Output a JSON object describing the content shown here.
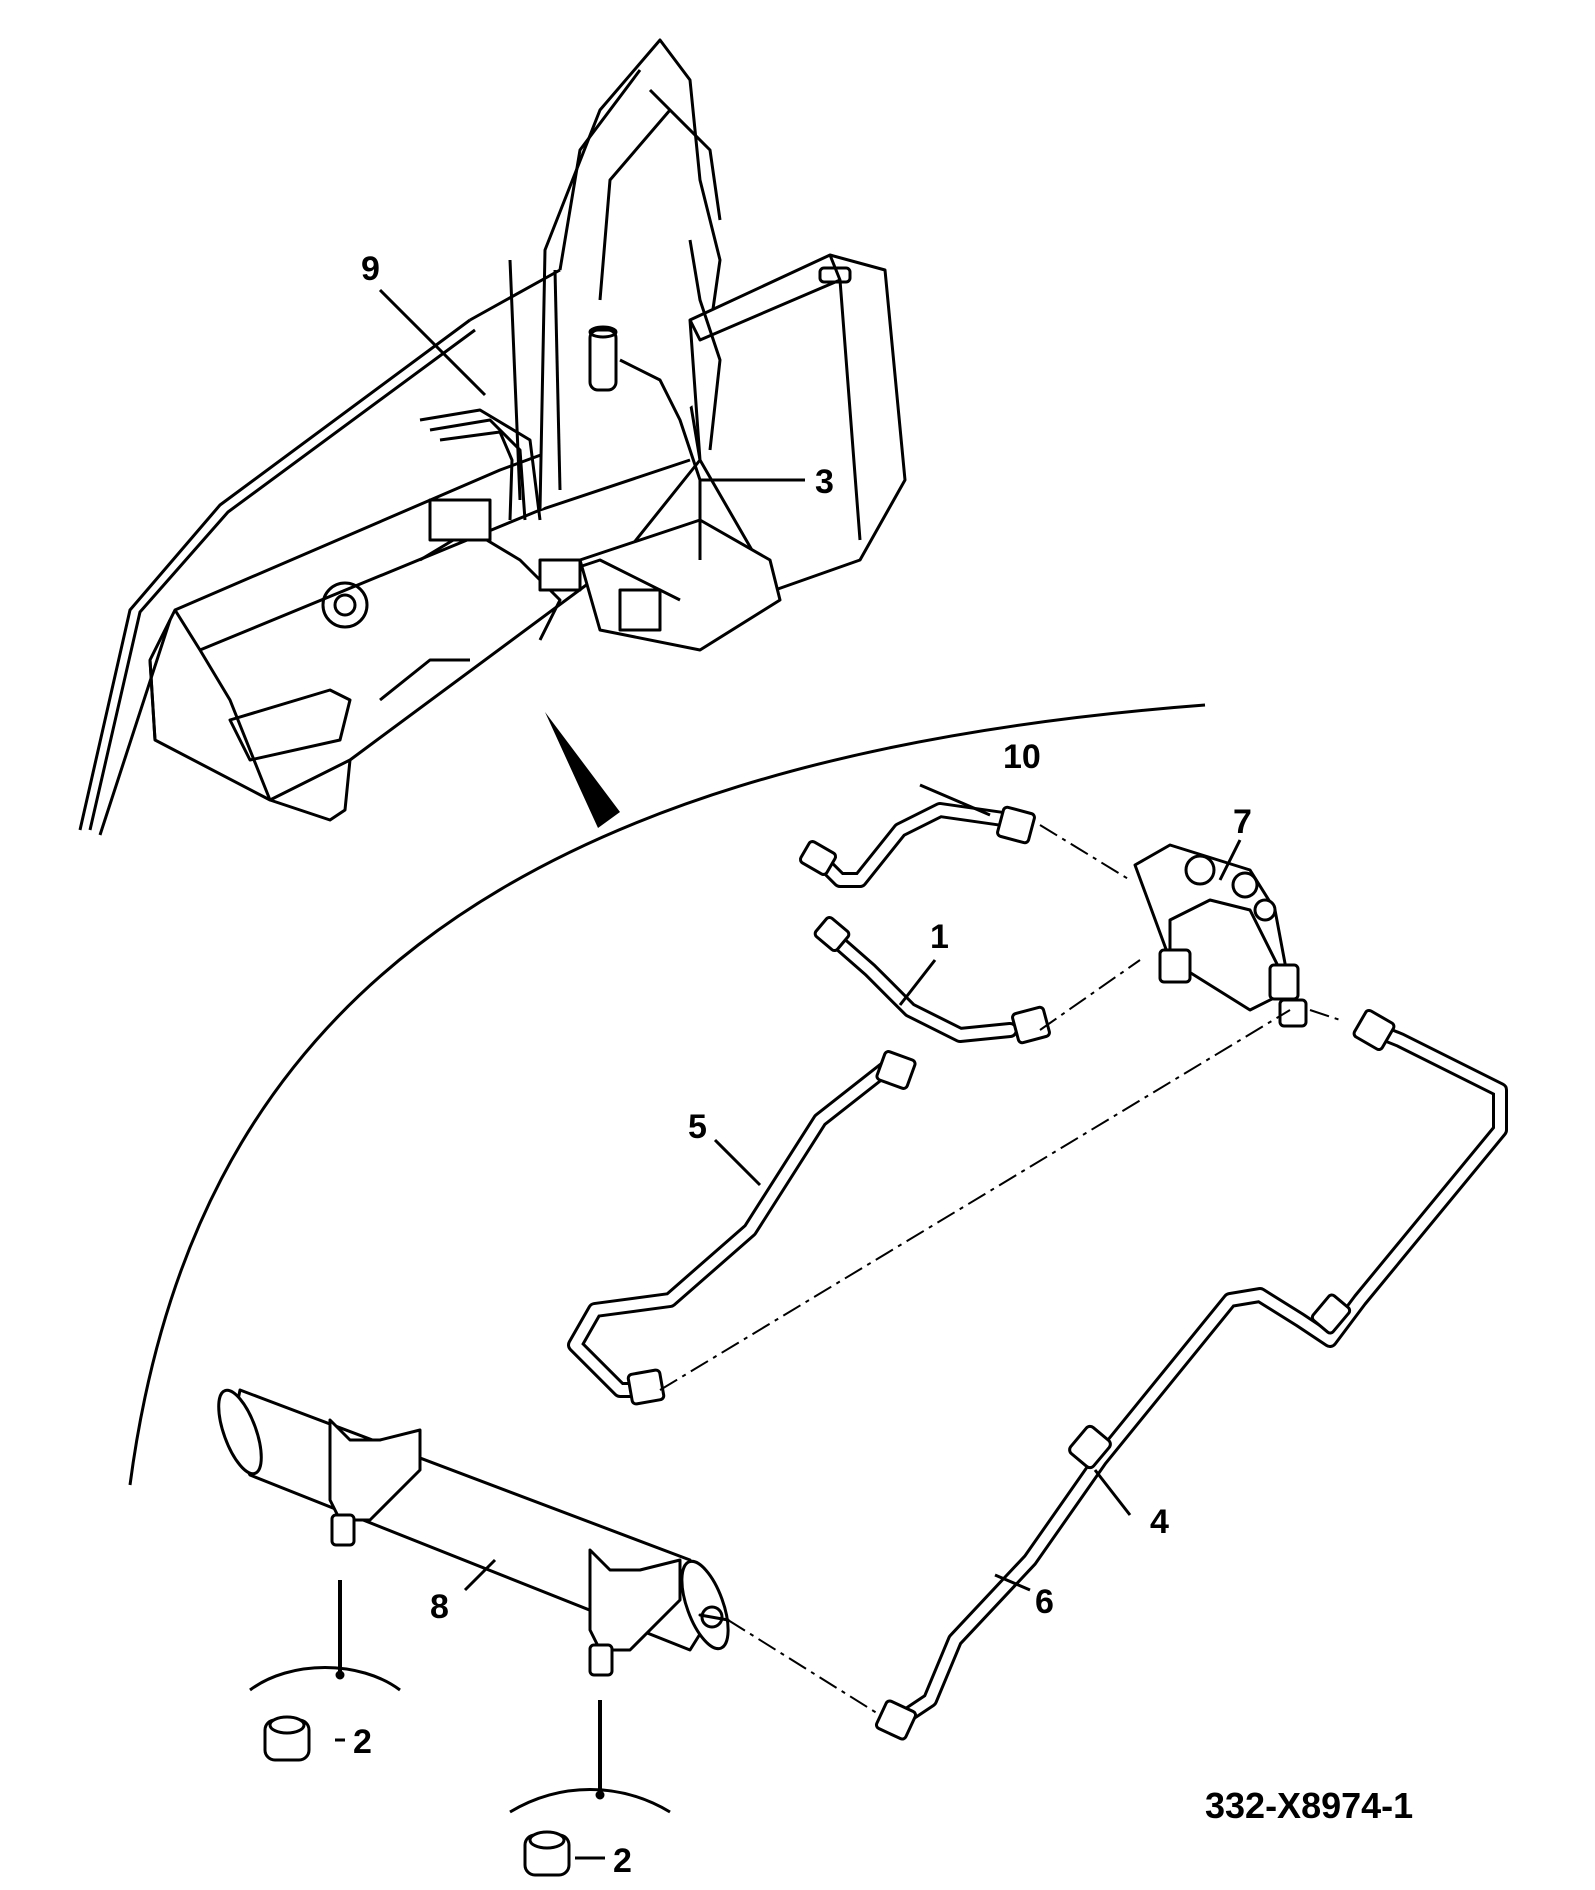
{
  "callouts": {
    "c1": "1",
    "c2a": "2",
    "c2b": "2",
    "c3": "3",
    "c4": "4",
    "c5": "5",
    "c6": "6",
    "c7": "7",
    "c8": "8",
    "c9": "9",
    "c10": "10"
  },
  "reference_code": "332-X8974-1",
  "colors": {
    "line": "#000000",
    "background": "#ffffff"
  }
}
